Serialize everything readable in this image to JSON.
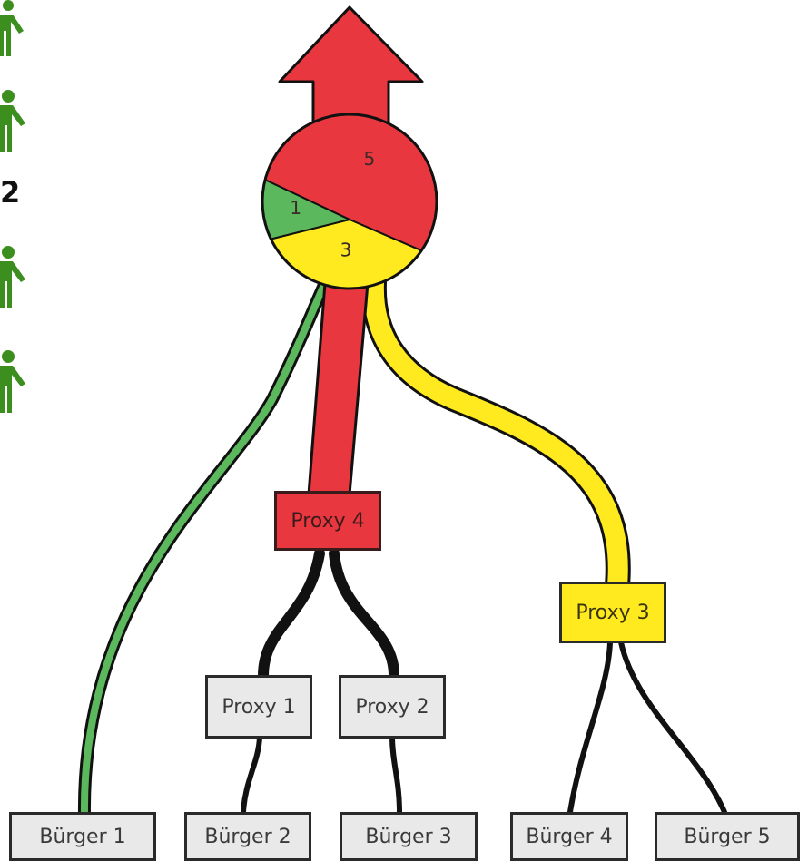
{
  "side": {
    "number": "2"
  },
  "people_icons": [
    "person-icon",
    "person-icon",
    "person-icon",
    "person-icon"
  ],
  "pie": {
    "slices": [
      {
        "name": "red",
        "value": 5,
        "label": "5",
        "color": "#e8373f"
      },
      {
        "name": "yellow",
        "value": 3,
        "label": "3",
        "color": "#ffea1f"
      },
      {
        "name": "green",
        "value": 1,
        "label": "1",
        "color": "#5cb85c"
      }
    ]
  },
  "arrow": {
    "color": "#e8373f"
  },
  "proxies": {
    "proxy4": "Proxy 4",
    "proxy3": "Proxy 3",
    "proxy1": "Proxy 1",
    "proxy2": "Proxy 2"
  },
  "citizens": [
    "Bürger 1",
    "Bürger 2",
    "Bürger 3",
    "Bürger 4",
    "Bürger 5"
  ],
  "colors": {
    "red": "#e8373f",
    "yellow": "#ffea1f",
    "green": "#5cb85c",
    "line": "#111111"
  }
}
